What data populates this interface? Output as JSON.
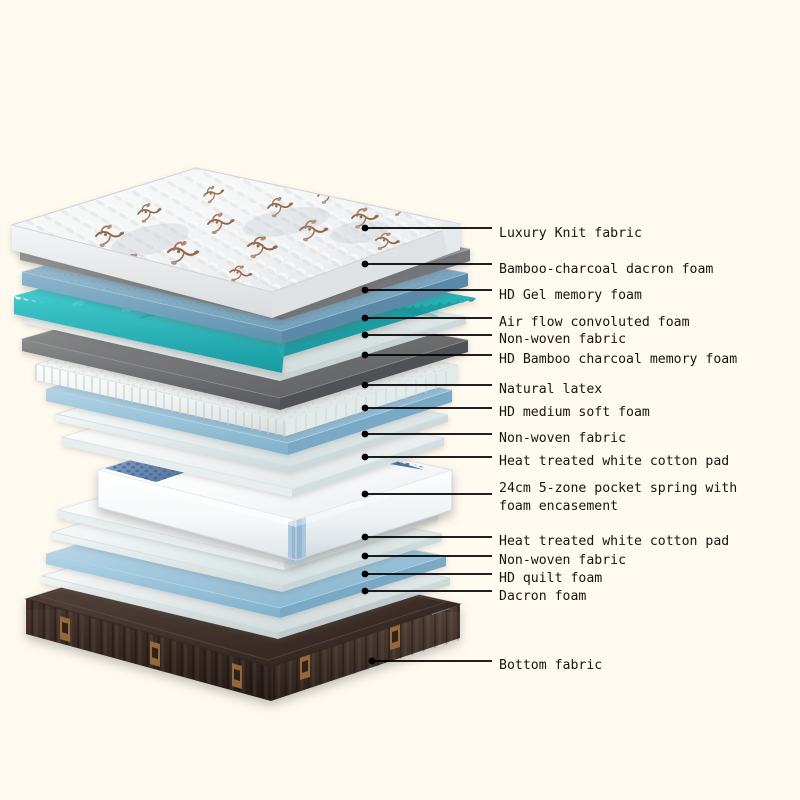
{
  "diagram": {
    "title": "Mattress cross-section exploded layer diagram",
    "background_color": "#FFFAF0",
    "label_color": "#181410",
    "leader_color": "#000000",
    "layers": [
      {
        "id": "luxury-knit-fabric",
        "label": "Luxury Knit fabric",
        "color": "#FFFFFF",
        "accent_color": "#8B5A3C",
        "texture": "quilted-floral"
      },
      {
        "id": "bamboo-charcoal-dacron-foam",
        "label": "Bamboo-charcoal dacron foam",
        "color": "#9A9A99",
        "texture": "smooth-grey"
      },
      {
        "id": "hd-gel-memory-foam",
        "label": "HD Gel memory foam",
        "color": "#7FA8BE",
        "texture": "gel-speckled"
      },
      {
        "id": "air-flow-convoluted-foam",
        "label": "Air flow convoluted foam",
        "color": "#2EC4C9",
        "texture": "egg-crate"
      },
      {
        "id": "non-woven-fabric-top",
        "label": "Non-woven fabric",
        "color": "#DCE8E8",
        "texture": "translucent-sheet"
      },
      {
        "id": "hd-bamboo-charcoal-memory-foam",
        "label": "HD Bamboo charcoal memory foam",
        "color": "#6E6E6E",
        "texture": "dark-grey-foam"
      },
      {
        "id": "natural-latex",
        "label": "Natural latex",
        "color": "#F0F2F0",
        "texture": "perforated-latex"
      },
      {
        "id": "hd-medium-soft-foam",
        "label": "HD medium soft foam",
        "color": "#9DC4D8",
        "texture": "light-blue-foam"
      },
      {
        "id": "non-woven-fabric-mid",
        "label": "Non-woven fabric",
        "color": "#E3EAEC",
        "texture": "translucent-sheet"
      },
      {
        "id": "heat-treated-white-cotton-pad-top",
        "label": "Heat treated white cotton pad",
        "color": "#EDEFEE",
        "texture": "cotton-sheet"
      },
      {
        "id": "pocket-spring-unit",
        "label": "24cm 5-zone pocket spring with foam encasement",
        "label_line_1": "24cm 5-zone pocket spring with",
        "label_line_2": "foam encasement",
        "color": "#FFFFFF",
        "zone_color_a": "#5E80AE",
        "zone_color_b": "#9A9A9A",
        "texture": "pocket-coil-zones"
      },
      {
        "id": "heat-treated-white-cotton-pad-bottom",
        "label": "Heat treated white cotton pad",
        "color": "#EDEFEE",
        "texture": "cotton-sheet"
      },
      {
        "id": "non-woven-fabric-bottom",
        "label": "Non-woven fabric",
        "color": "#E1E8EA",
        "texture": "translucent-sheet"
      },
      {
        "id": "hd-quilt-foam",
        "label": "HD quilt foam",
        "color": "#A8D0E2",
        "texture": "light-blue-foam"
      },
      {
        "id": "dacron-foam",
        "label": "Dacron foam",
        "color": "#E9EEF0",
        "texture": "translucent-sheet"
      },
      {
        "id": "bottom-fabric",
        "label": "Bottom fabric",
        "color": "#3A2C26",
        "accent_color": "#A8703C",
        "texture": "ribbed-brown-fabric"
      }
    ]
  }
}
